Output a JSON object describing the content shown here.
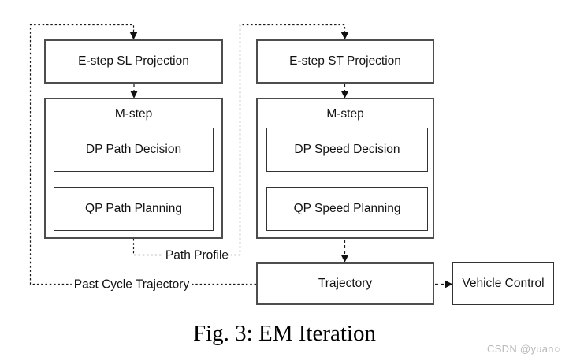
{
  "figure": {
    "caption": "Fig. 3: EM Iteration",
    "watermark": "CSDN @yuan○"
  },
  "diagram": {
    "left_column": {
      "e_step_label": "E-step SL Projection",
      "m_step_label": "M-step",
      "dp_label": "DP Path Decision",
      "qp_label": "QP Path Planning"
    },
    "right_column": {
      "e_step_label": "E-step ST Projection",
      "m_step_label": "M-step",
      "dp_label": "DP Speed Decision",
      "qp_label": "QP Speed Planning"
    },
    "trajectory_label": "Trajectory",
    "vehicle_control_label": "Vehicle Control",
    "edge_labels": {
      "path_profile": "Path Profile",
      "past_cycle_trajectory": "Past Cycle Trajectory"
    },
    "edges": [
      {
        "from": "E-step SL Projection",
        "to": "M-step (path)",
        "style": "dashed-arrow"
      },
      {
        "from": "E-step ST Projection",
        "to": "M-step (speed)",
        "style": "dashed-arrow"
      },
      {
        "from": "M-step (path)",
        "to": "E-step ST Projection",
        "label": "Path Profile",
        "style": "dashed-arrow"
      },
      {
        "from": "M-step (speed)",
        "to": "Trajectory",
        "style": "dashed-arrow"
      },
      {
        "from": "Trajectory",
        "to": "Vehicle Control",
        "style": "dashed-arrow"
      },
      {
        "from": "Trajectory",
        "to": "E-step SL Projection",
        "label": "Past Cycle Trajectory",
        "style": "dashed-arrow"
      }
    ],
    "colors": {
      "outer_box_border": "#4d4d4d",
      "inner_box_border": "#333333",
      "connector": "#1a1a1a",
      "text": "#111111",
      "watermark": "#b9b9b9",
      "background": "#ffffff"
    }
  }
}
